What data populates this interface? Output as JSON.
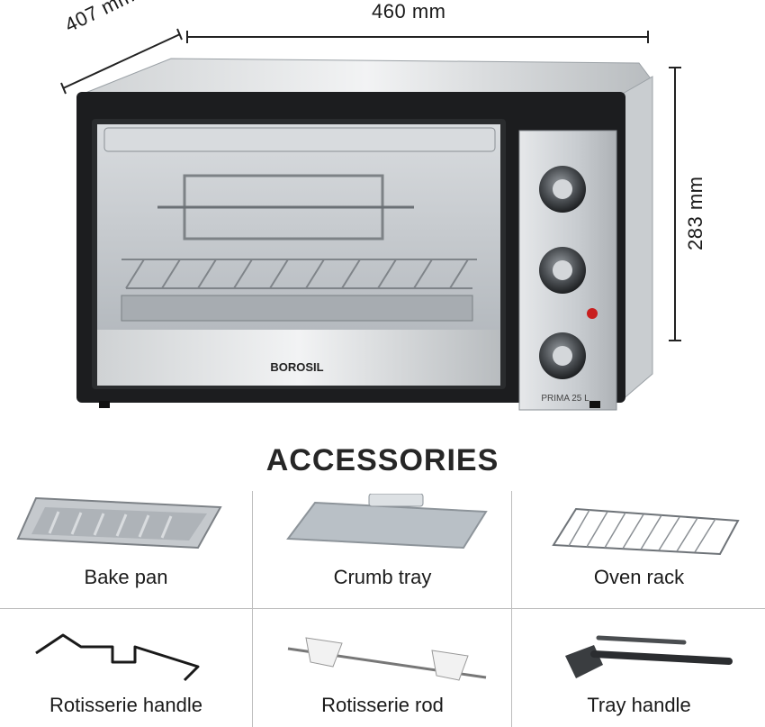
{
  "dimensions": {
    "depth": "407 mm",
    "width": "460 mm",
    "height": "283 mm"
  },
  "product": {
    "brand": "BOROSIL",
    "model": "PRIMA 25 L"
  },
  "accessories_heading": "ACCESSORIES",
  "accessories": [
    {
      "label": "Bake pan"
    },
    {
      "label": "Crumb tray"
    },
    {
      "label": "Oven rack"
    },
    {
      "label": "Rotisserie handle"
    },
    {
      "label": "Rotisserie rod"
    },
    {
      "label": "Tray handle"
    }
  ]
}
